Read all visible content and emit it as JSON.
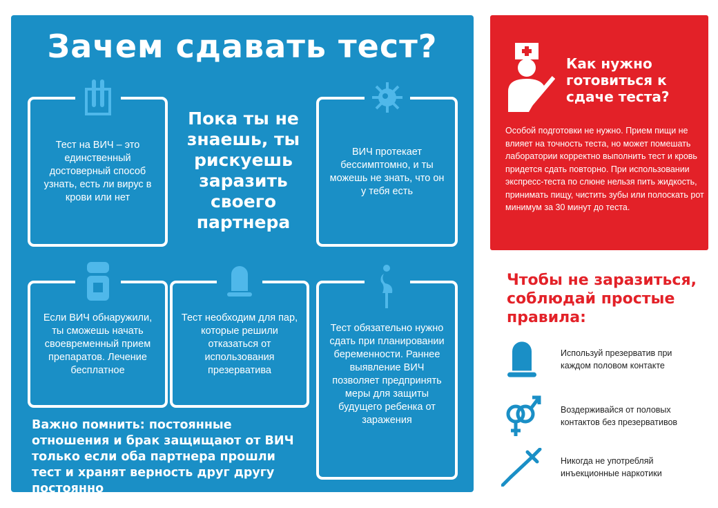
{
  "title": "Зачем сдавать тест?",
  "center_text": "Пока ты не знаешь, ты рискуешь заразить своего партнера",
  "boxes": [
    {
      "icon": "test-tubes-icon",
      "text": "Тест на ВИЧ – это единственный достоверный способ узнать, есть ли вирус в крови или нет"
    },
    {
      "icon": "virus-icon",
      "text": "ВИЧ протекает бессимптомно, и ты можешь не знать, что он у тебя есть"
    },
    {
      "icon": "pill-jar-icon",
      "text": "Если ВИЧ обнаружили, ты сможешь начать своевременный прием препаратов. Лечение бесплатное"
    },
    {
      "icon": "condom-icon",
      "text": "Тест необходим для пар, которые решили отказаться от использования презерватива"
    },
    {
      "icon": "pregnant-woman-icon",
      "text": "Тест обязательно нужно сдать при планировании беременности. Раннее выявление ВИЧ позволяет предпринять меры для защиты будущего ребенка от заражения"
    }
  ],
  "note": "Важно помнить: постоянные отношения и брак защищают от ВИЧ только если оба партнера прошли тест и хранят верность друг другу постоянно",
  "prep": {
    "heading": "Как нужно готовиться к сдаче теста?",
    "text": "Особой подготовки не нужно. Прием пищи не влияет на точность теста, но может помешать лаборатории корректно выполнить тест и кровь придется сдать повторно. При использовании экспресс-теста по слюне нельзя пить жидкость, принимать пищу, чистить зубы или полоскать рот минимум за 30 минут до теста."
  },
  "rules": {
    "heading": "Чтобы не заразиться, соблюдай простые правила:",
    "items": [
      {
        "icon": "condom-icon",
        "text": "Используй презерватив при каждом половом контакте"
      },
      {
        "icon": "gender-symbols-icon",
        "text": "Воздерживайся от половых контактов без презервативов"
      },
      {
        "icon": "syringe-icon",
        "text": "Никогда не употребляй инъекционные наркотики"
      }
    ]
  },
  "colors": {
    "blue": "#1a8fc6",
    "icon_blue": "#4fb8ea",
    "red": "#e32128"
  }
}
